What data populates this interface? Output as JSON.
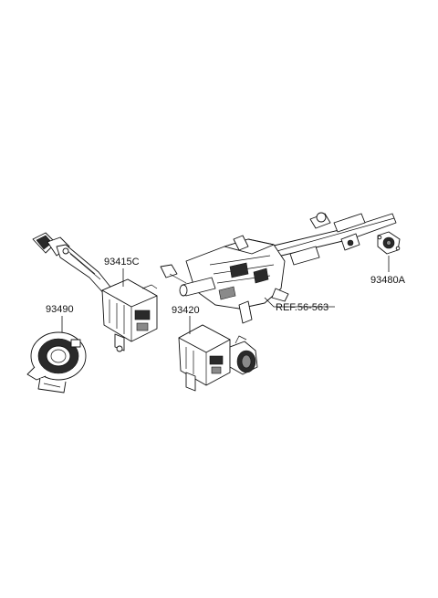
{
  "labels": {
    "p93415c": "93415C",
    "p93490": "93490",
    "p93420": "93420",
    "p93480a": "93480A",
    "ref": "REF.56-563"
  }
}
